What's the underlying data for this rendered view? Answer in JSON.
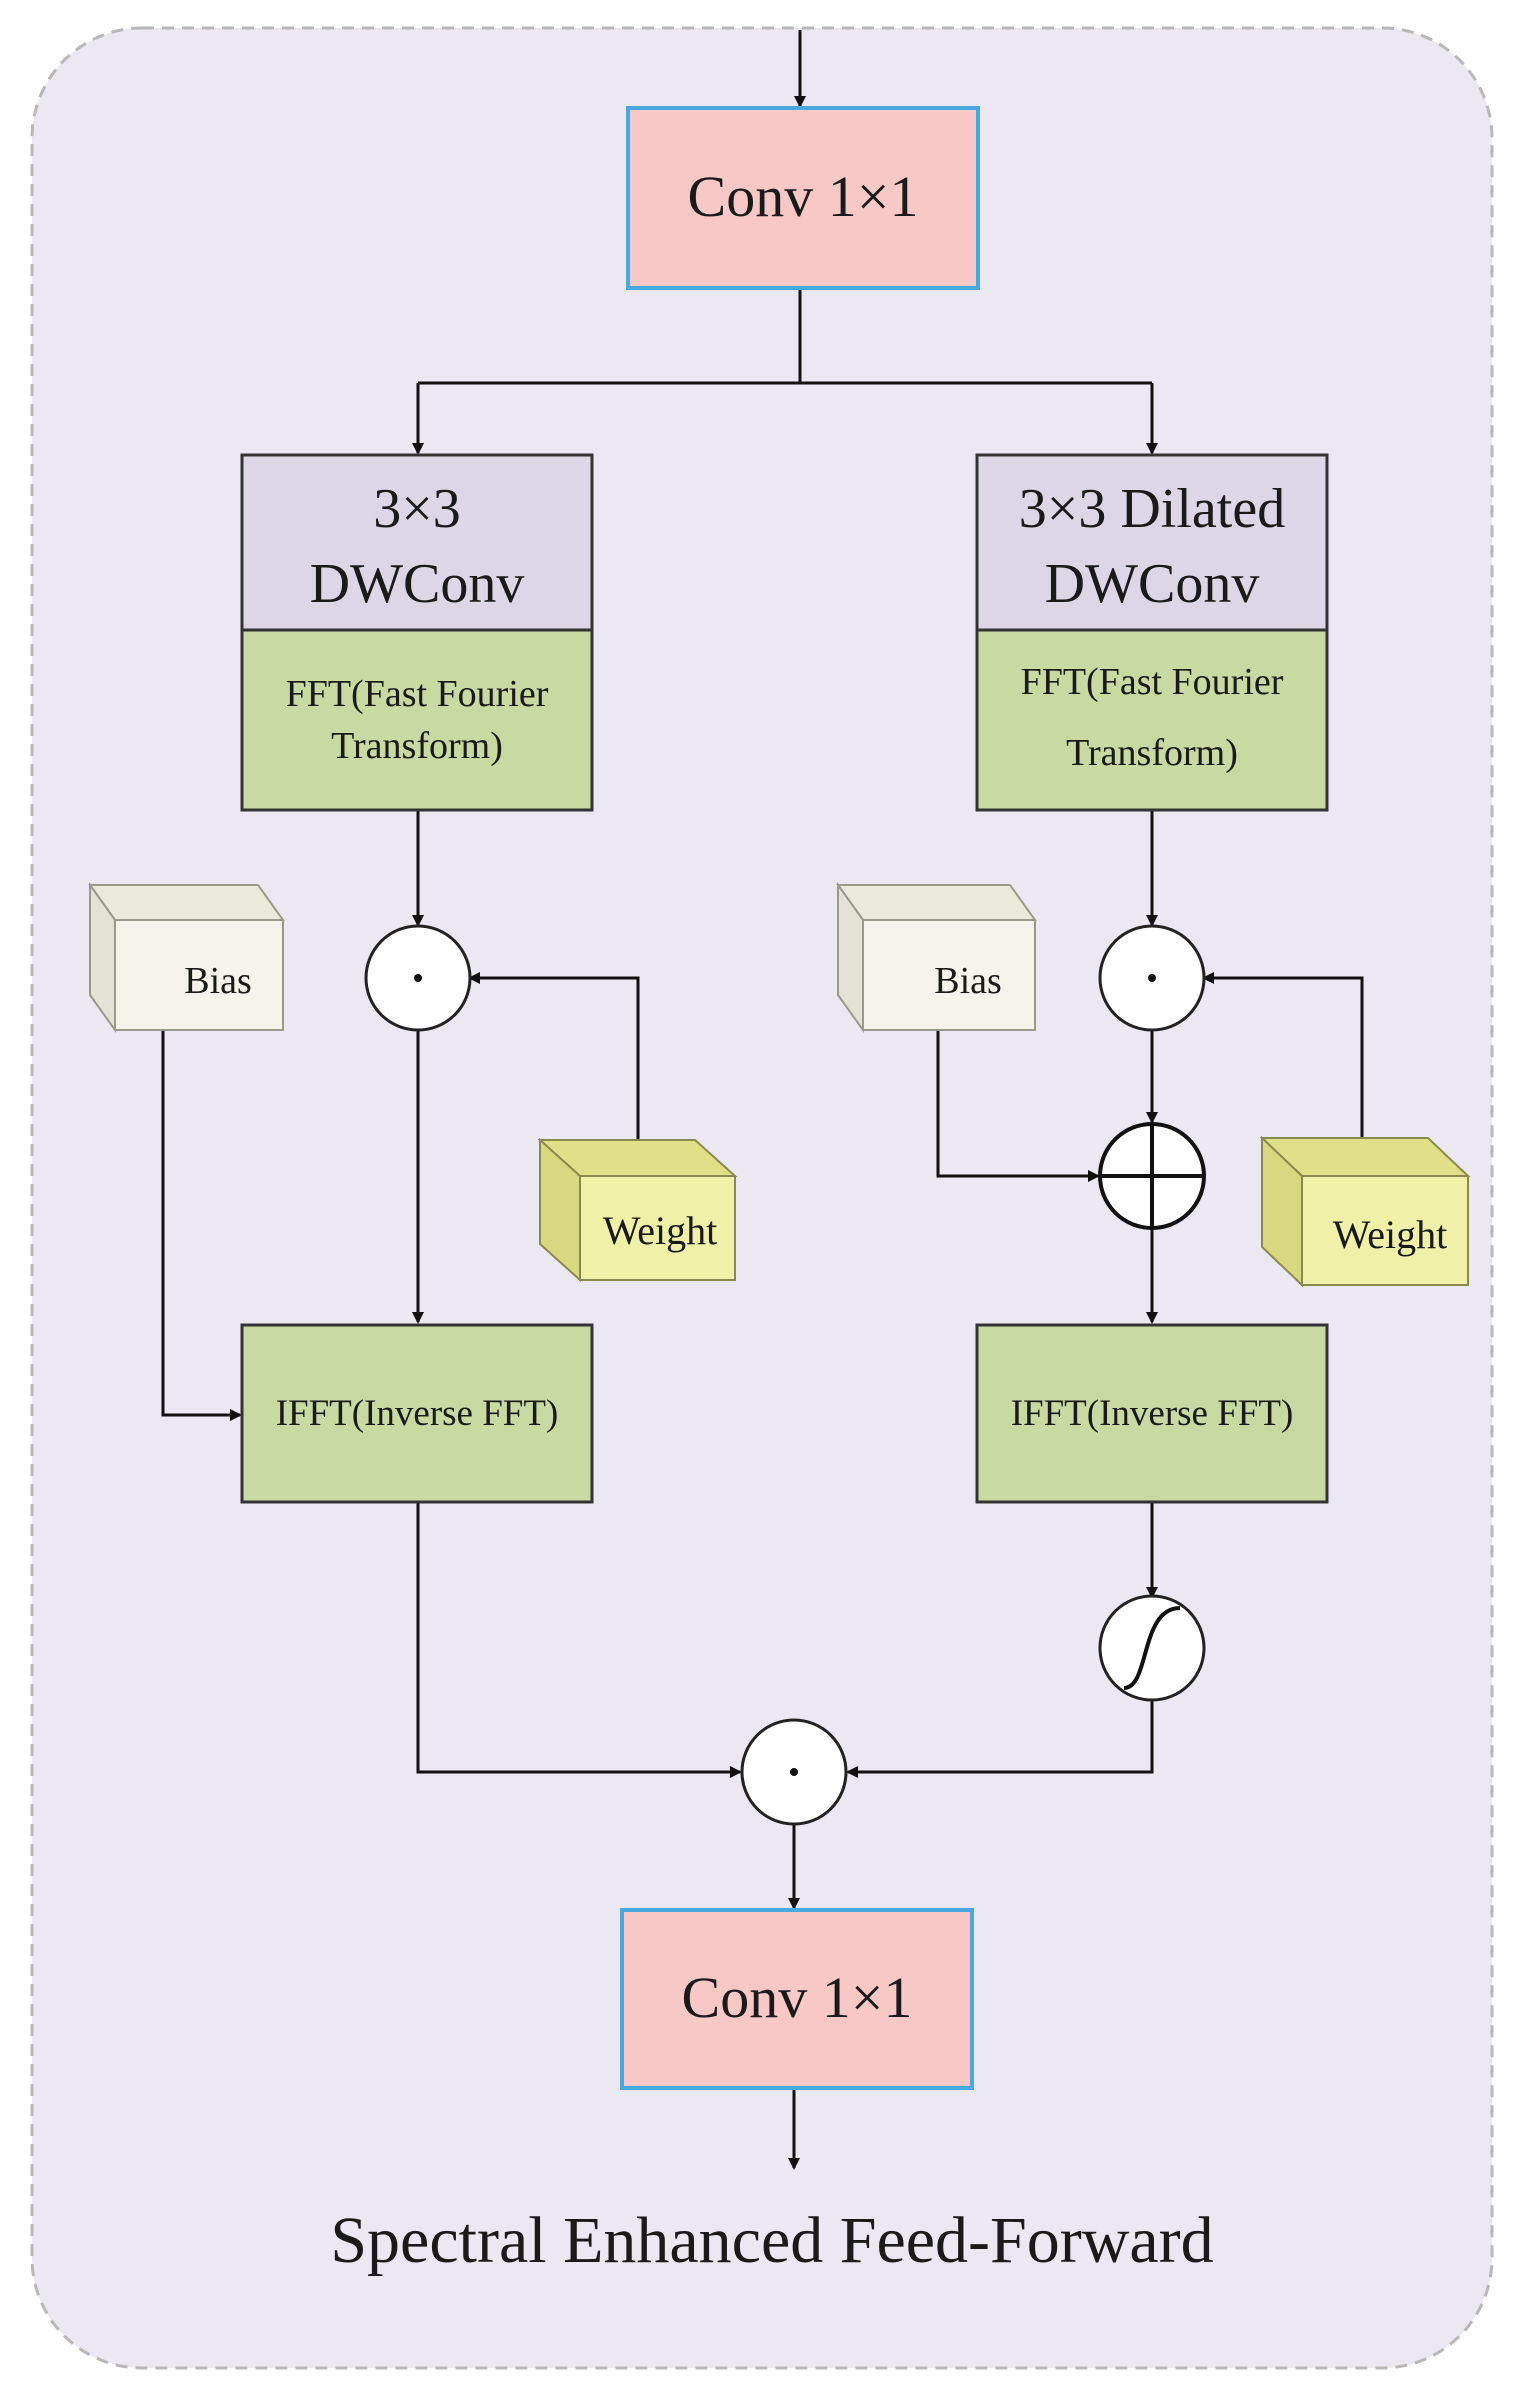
{
  "diagram": {
    "caption": "Spectral Enhanced Feed-Forward",
    "colors": {
      "panel_bg": "#ece8f1",
      "panel_border": "#b8b8b8",
      "conv_fill": "#f8c8c6",
      "conv_border": "#4aa8e0",
      "dw_fill": "#dcd6e6",
      "fft_fill": "#c8d9a2",
      "box_border": "#333333",
      "bias_front": "#f6f4ea",
      "bias_top": "#ebe9dc",
      "weight_front": "#f0f0a8",
      "weight_top": "#e0e088",
      "line": "#111111"
    },
    "conv_top": {
      "label": "Conv 1×1"
    },
    "conv_bottom": {
      "label": "Conv 1×1"
    },
    "left_branch": {
      "dwconv": {
        "line1": "3×3",
        "line2": "DWConv"
      },
      "fft": {
        "line1": "FFT(Fast Fourier",
        "line2": "Transform)"
      },
      "multiply_op": {
        "symbol": "·"
      },
      "bias": {
        "label": "Bias"
      },
      "weight": {
        "label": "Weight"
      },
      "ifft": {
        "label": "IFFT(Inverse FFT)"
      }
    },
    "right_branch": {
      "dwconv": {
        "line1": "3×3 Dilated",
        "line2": "DWConv"
      },
      "fft": {
        "line1": "FFT(Fast Fourier",
        "line2": "Transform)"
      },
      "multiply_op": {
        "symbol": "·"
      },
      "add_op": {
        "symbol": "⊕"
      },
      "bias": {
        "label": "Bias"
      },
      "weight": {
        "label": "Weight"
      },
      "ifft": {
        "label": "IFFT(Inverse FFT)"
      },
      "activation": {
        "name": "sigmoid-icon"
      }
    },
    "merge_op": {
      "symbol": "·"
    }
  }
}
